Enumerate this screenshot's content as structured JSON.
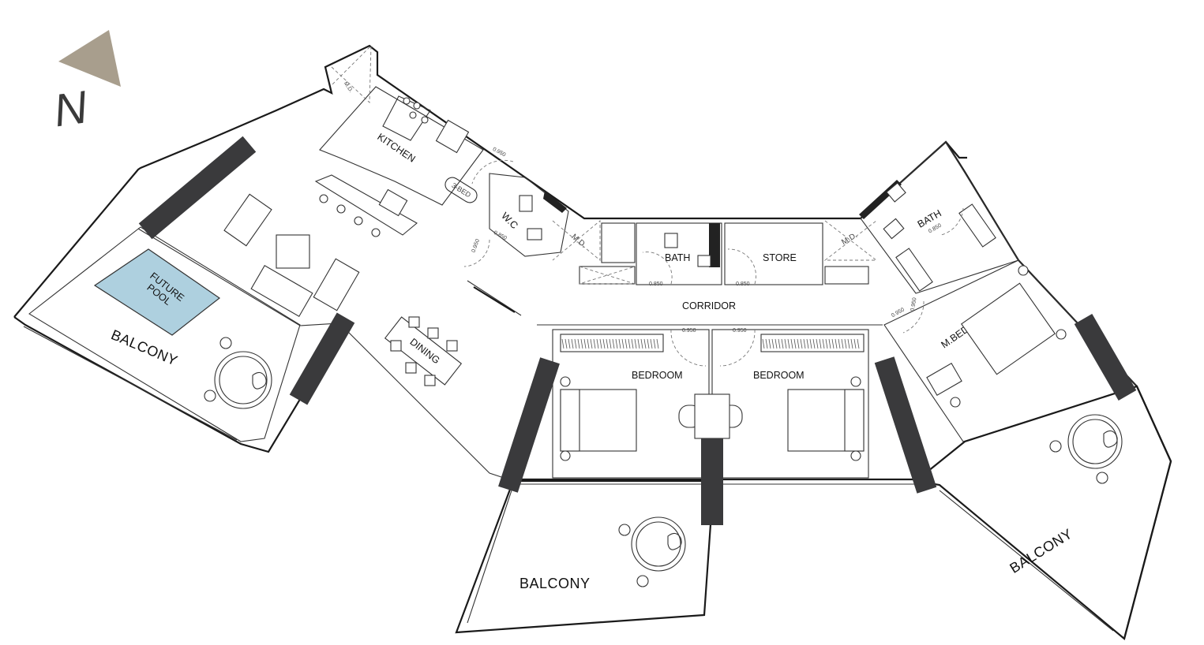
{
  "compass": {
    "label": "N",
    "arrow_color": "#a89e8d"
  },
  "unit_tag": "3-BED",
  "rooms": {
    "kitchen": "KITCHEN",
    "md_kitchen": "M.D.",
    "wc": "W.C",
    "md_wc": "M.D.",
    "bath_center": "BATH",
    "store": "STORE",
    "md_right": "M.D.",
    "bath_right": "BATH",
    "corridor": "CORRIDOR",
    "dining": "DINING",
    "pool": [
      "FUTURE",
      "POOL"
    ],
    "bedroom_1": "BEDROOM",
    "bedroom_2": "BEDROOM",
    "master_bedroom": "M.BED ROOM",
    "balcony_left": "BALCONY",
    "balcony_center": "BALCONY",
    "balcony_right": "BALCONY"
  },
  "door_dims": {
    "d1": "0.950",
    "d2": "0.950",
    "d3": "0.850",
    "d4": "0.850",
    "d5": "0.850",
    "d6": "0.950",
    "d7": "0.950",
    "d8": "0.950",
    "d9": "0.950",
    "d10": "0.850"
  },
  "colors": {
    "column": "#3a3a3c",
    "pool": "#aed0df",
    "ink": "#1a1a1a"
  }
}
